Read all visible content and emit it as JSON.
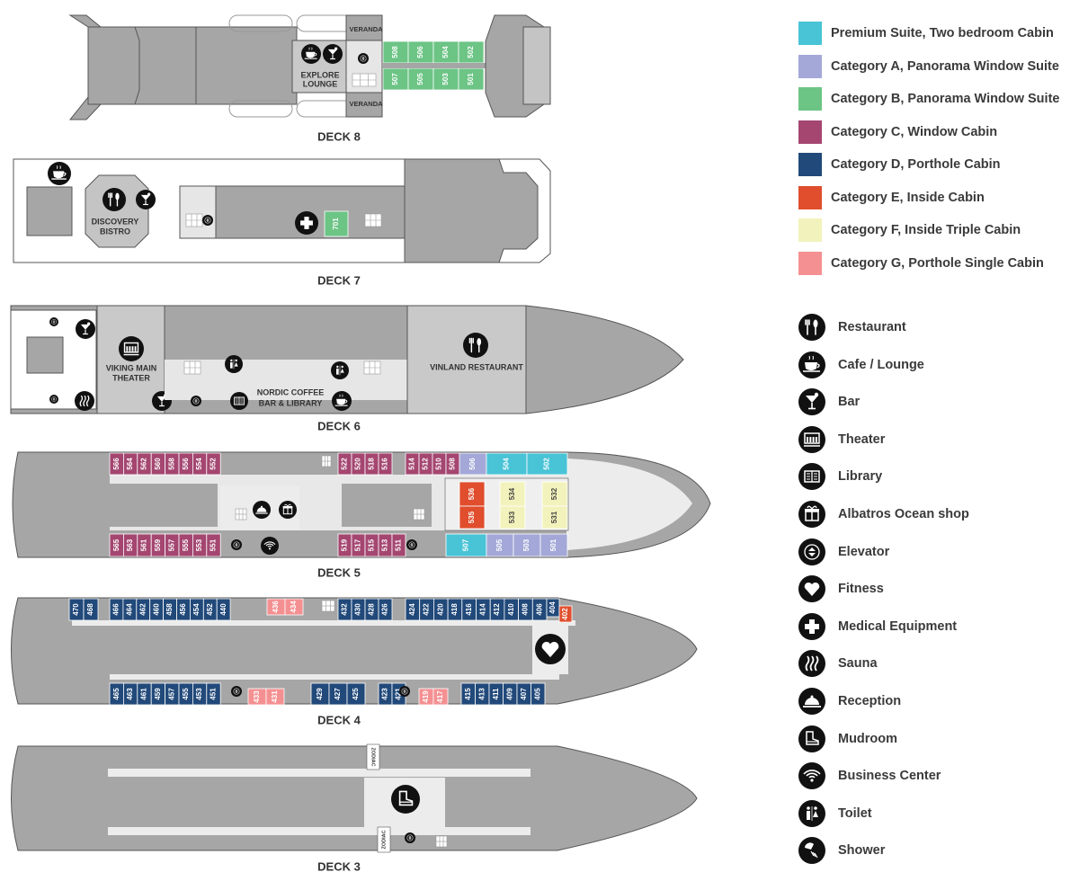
{
  "decks": {
    "deck8": {
      "title": "DECK 8",
      "lounge_label": [
        "EXPLORE",
        "LOUNGE"
      ],
      "veranda_label": "VERANDA",
      "cabins_top": [
        "508",
        "506",
        "504",
        "502"
      ],
      "cabins_bottom": [
        "507",
        "505",
        "503",
        "501"
      ]
    },
    "deck7": {
      "title": "DECK 7",
      "bistro_label": [
        "DISCOVERY",
        "BISTRO"
      ],
      "cabins": [
        "701"
      ]
    },
    "deck6": {
      "title": "DECK 6",
      "theater_label": [
        "VIKING MAIN",
        "THEATER"
      ],
      "coffee_label": [
        "NORDIC COFFEE",
        "BAR & LIBRARY"
      ],
      "restaurant_label": "VINLAND RESTAURANT"
    },
    "deck5": {
      "title": "DECK 5",
      "top_left": [
        "566",
        "564",
        "562",
        "560",
        "558",
        "556",
        "554",
        "552"
      ],
      "top_mid": [
        "522",
        "520",
        "518",
        "516"
      ],
      "top_right": [
        "514",
        "512",
        "510",
        "508"
      ],
      "top_506": "506",
      "top_504": "504",
      "top_502": "502",
      "bottom_left": [
        "565",
        "563",
        "561",
        "559",
        "557",
        "555",
        "553",
        "551"
      ],
      "bottom_mid": [
        "519",
        "517",
        "515",
        "513",
        "511"
      ],
      "bottom_507": "507",
      "bottom_right": [
        "505",
        "503",
        "501"
      ],
      "inner": {
        "c536": "536",
        "c535": "535",
        "c534": "534",
        "c533": "533",
        "c532": "532",
        "c531": "531"
      }
    },
    "deck4": {
      "title": "DECK 4",
      "top_a": [
        "470",
        "468"
      ],
      "top_b": [
        "466",
        "464",
        "462",
        "460",
        "458",
        "456",
        "454",
        "452",
        "440"
      ],
      "top_g": [
        "436",
        "434"
      ],
      "top_c": [
        "432",
        "430",
        "428",
        "426"
      ],
      "top_d": [
        "424",
        "422",
        "420",
        "418",
        "416",
        "414",
        "412",
        "410",
        "408",
        "406"
      ],
      "top_e": "404",
      "top_f": "402",
      "bottom_a": [
        "465",
        "463",
        "461",
        "459",
        "457",
        "455",
        "453",
        "451"
      ],
      "bottom_g1": [
        "433",
        "431"
      ],
      "bottom_b": [
        "429",
        "427",
        "425"
      ],
      "bottom_c": [
        "423",
        "421"
      ],
      "bottom_g2": [
        "419",
        "417"
      ],
      "bottom_d": [
        "415",
        "413",
        "411",
        "409",
        "407",
        "405"
      ]
    },
    "deck3": {
      "title": "DECK 3",
      "zodiac_label": "ZODIAC"
    }
  },
  "legend": {
    "categories": [
      {
        "label": "Premium Suite, Two bedroom Cabin",
        "color": "#49c3d6"
      },
      {
        "label": "Category A, Panorama Window Suite",
        "color": "#a3a8d8"
      },
      {
        "label": "Category B, Panorama Window Suite",
        "color": "#6cc485"
      },
      {
        "label": "Category C, Window Cabin",
        "color": "#a44670"
      },
      {
        "label": "Category D, Porthole Cabin",
        "color": "#21497a"
      },
      {
        "label": "Category E, Inside Cabin",
        "color": "#e04e2d"
      },
      {
        "label": "Category F, Inside Triple Cabin",
        "color": "#f2f2bc"
      },
      {
        "label": "Category G, Porthole Single Cabin",
        "color": "#f49092"
      }
    ],
    "amenities": [
      {
        "label": "Restaurant",
        "icon": "restaurant-icon"
      },
      {
        "label": "Cafe / Lounge",
        "icon": "cafe-icon"
      },
      {
        "label": "Bar",
        "icon": "bar-icon"
      },
      {
        "label": "Theater",
        "icon": "theater-icon"
      },
      {
        "label": "Library",
        "icon": "library-icon"
      },
      {
        "label": "Albatros Ocean shop",
        "icon": "shop-icon"
      },
      {
        "label": "Elevator",
        "icon": "elevator-icon"
      },
      {
        "label": "Fitness",
        "icon": "fitness-icon"
      },
      {
        "label": "Medical Equipment",
        "icon": "medical-icon"
      },
      {
        "label": "Sauna",
        "icon": "sauna-icon"
      },
      {
        "label": "Reception",
        "icon": "reception-icon"
      },
      {
        "label": "Mudroom",
        "icon": "mudroom-icon"
      },
      {
        "label": "Business Center",
        "icon": "business-center-icon"
      },
      {
        "label": "Toilet",
        "icon": "toilet-icon"
      },
      {
        "label": "Shower",
        "icon": "shower-icon"
      }
    ]
  }
}
